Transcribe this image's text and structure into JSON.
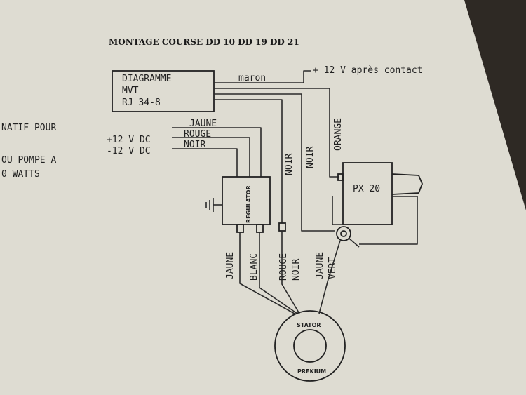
{
  "title": "MONTAGE COURSE DD 10 DD 19 DD 21",
  "left_fragments": [
    "NATIF POUR",
    "OU POMPE A",
    "0 WATTS"
  ],
  "diagram_box": [
    "DIAGRAMME",
    "MVT",
    "RJ 34-8"
  ],
  "top_wire": {
    "label": "maron",
    "terminal": "+ 12 V après contact"
  },
  "power_inputs": [
    "+12 V DC",
    "-12 V DC"
  ],
  "regulator_inputs": [
    "JAUNE",
    "ROUGE",
    "NOIR"
  ],
  "regulator_label": "REGULATOR",
  "vertical_wires": [
    "NOIR",
    "NOIR",
    "ORANGE"
  ],
  "px_label": "PX 20",
  "stator_wires": [
    "JAUNE",
    "BLANC",
    "ROUGE",
    "NOIR",
    "JAUNE",
    "VERT"
  ],
  "stator_labels": {
    "top": "STATOR",
    "bottom": "PREKIUM"
  }
}
